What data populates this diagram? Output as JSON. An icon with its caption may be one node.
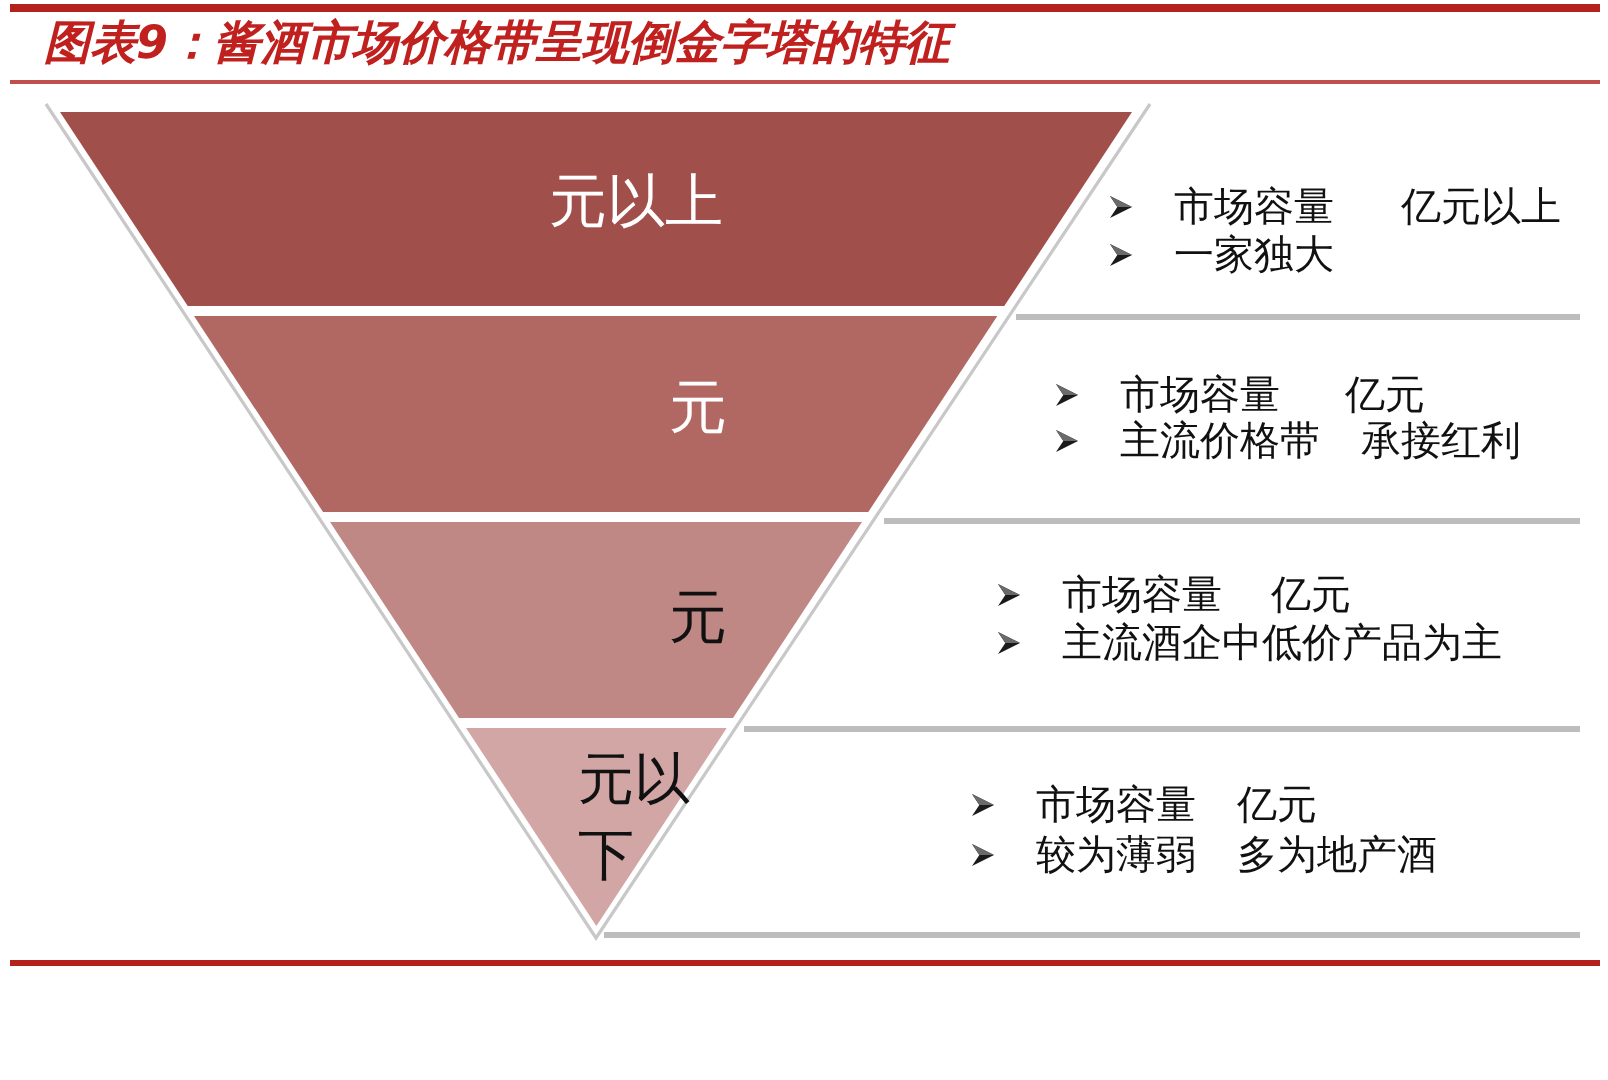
{
  "diagram": {
    "title": "图表9：酱酒市场价格带呈现倒金字塔的特征",
    "nodes": [
      {
        "text": [
          "元以上"
        ],
        "beside": [
          "市场容量 亿元以上",
          "一家独大"
        ]
      },
      {
        "text": [
          "元"
        ],
        "beside": [
          "市场容量 亿元",
          "主流价格带 承接红利"
        ]
      },
      {
        "text": [
          "元"
        ],
        "beside": [
          "市场容量 亿元",
          "主流酒企中低价产品为主"
        ]
      },
      {
        "text": [
          "元以下"
        ],
        "beside": [
          "市场容量 亿元",
          "较为薄弱 多为地产酒"
        ]
      }
    ]
  }
}
